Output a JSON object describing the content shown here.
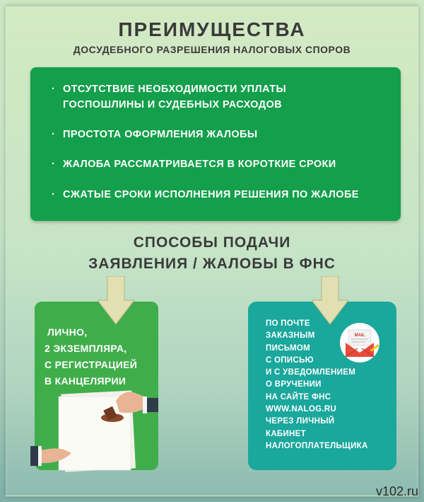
{
  "header": {
    "title": "ПРЕИМУЩЕСТВА",
    "subtitle": "ДОСУДЕБНОГО РАЗРЕШЕНИЯ НАЛОГОВЫХ СПОРОВ"
  },
  "advantages": {
    "bullet": "·",
    "items": [
      {
        "lines": [
          "ОТСУТСТВИЕ НЕОБХОДИМОСТИ УПЛАТЫ",
          "ГОСПОШЛИНЫ И СУДЕБНЫХ РАСХОДОВ"
        ]
      },
      {
        "lines": [
          "ПРОСТОТА ОФОРМЛЕНИЯ ЖАЛОБЫ"
        ]
      },
      {
        "lines": [
          "ЖАЛОБА РАССМАТРИВАЕТСЯ В КОРОТКИЕ СРОКИ"
        ]
      },
      {
        "lines": [
          "СЖАТЫЕ СРОКИ ИСПОЛНЕНИЯ РЕШЕНИЯ ПО ЖАЛОБЕ"
        ]
      }
    ]
  },
  "methods": {
    "title_line1": "СПОСОБЫ ПОДАЧИ",
    "title_line2": "ЗАЯВЛЕНИЯ / ЖАЛОБЫ В ФНС"
  },
  "in_person": {
    "lines": [
      "ЛИЧНО,",
      "2 ЭКЗЕМПЛЯРА,",
      "С РЕГИСТРАЦИЕЙ",
      "В КАНЦЕЛЯРИИ"
    ]
  },
  "remote": {
    "lines": [
      "ПО ПОЧТЕ",
      "ЗАКАЗНЫМ",
      "ПИСЬМОМ",
      "С ОПИСЬЮ",
      "И С УВЕДОМЛЕНИЕМ",
      "О ВРУЧЕНИИ",
      "НА САЙТЕ ФНС",
      "WWW.NALOG.RU",
      "ЧЕРЕЗ ЛИЧНЫЙ",
      "КАБИНЕТ",
      "НАЛОГОПЛАТЕЛЬЩИКА"
    ],
    "mail_icon_label": "MAIL"
  },
  "watermark": "v102.ru",
  "colors": {
    "advantages_box": "#139f4b",
    "in_person_card": "#3fae4a",
    "remote_card": "#1aa79c",
    "arrow": "#e2e0b2"
  }
}
